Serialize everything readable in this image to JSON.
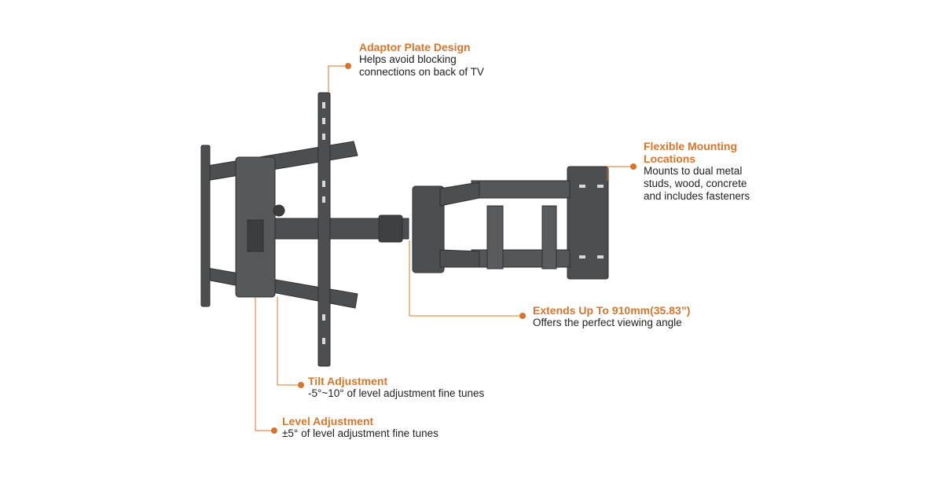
{
  "colors": {
    "accent": "#d9752b",
    "metal": "#4a4b4d"
  },
  "callouts": {
    "adaptor": {
      "title": "Adaptor Plate Design",
      "line1": "Helps avoid blocking",
      "line2": "connections on back of TV"
    },
    "flexible": {
      "title1": "Flexible Mounting",
      "title2": "Locations",
      "line1": "Mounts to dual metal",
      "line2": "studs, wood, concrete",
      "line3": "and includes fasteners"
    },
    "extends": {
      "title": "Extends Up To 910mm(35.83”)",
      "line1": "Offers the perfect viewing angle"
    },
    "tilt": {
      "title": "Tilt Adjustment",
      "line1": "-5°~10° of level adjustment fine tunes"
    },
    "level": {
      "title": "Level Adjustment",
      "line1": "±5° of level adjustment fine tunes"
    }
  }
}
